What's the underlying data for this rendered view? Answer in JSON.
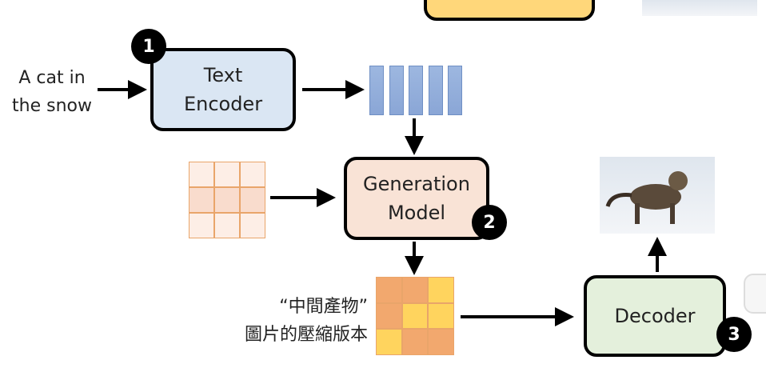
{
  "input_text": [
    "A cat in",
    "the snow"
  ],
  "text_encoder": {
    "label": [
      "Text",
      "Encoder"
    ],
    "badge": "1",
    "color": "#dae6f3"
  },
  "generation_model": {
    "label": [
      "Generation",
      "Model"
    ],
    "badge": "2",
    "color": "#f9e3d6"
  },
  "decoder": {
    "label": "Decoder",
    "badge": "3",
    "color": "#e4f0dc"
  },
  "generator_partial": {
    "color": "#ffd77a"
  },
  "intermediate_label": [
    "“中間產物”",
    "圖片的壓縮版本"
  ],
  "noise_grid": [
    [
      "#fdeee6",
      "#fdeee6",
      "#fdeee6"
    ],
    [
      "#f9dccd",
      "#f9dccd",
      "#f9dccd"
    ],
    [
      "#fdeee6",
      "#fdeee6",
      "#fdeee6"
    ]
  ],
  "latent_grid": [
    [
      "#f2a86e",
      "#f2a86e",
      "#ffd45e"
    ],
    [
      "#f2a86e",
      "#ffd45e",
      "#ffd45e"
    ],
    [
      "#ffd45e",
      "#f2a86e",
      "#f2a86e"
    ]
  ],
  "embedding_color": "#9db7e0"
}
